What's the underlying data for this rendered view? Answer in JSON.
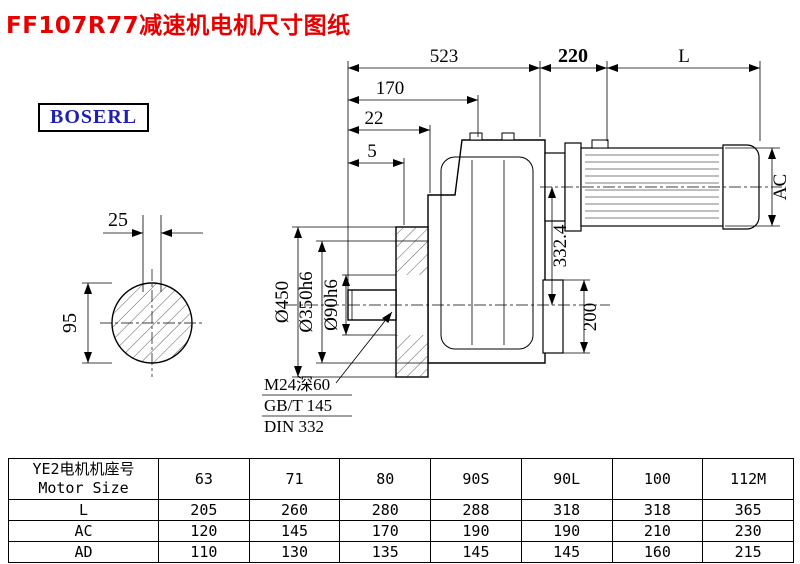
{
  "page": {
    "title": "FF107R77减速机电机尺寸图纸",
    "brand": "BOSERL"
  },
  "drawing": {
    "dims": {
      "d523": "523",
      "d220": "220",
      "dL": "L",
      "d170": "170",
      "d22": "22",
      "d5": "5",
      "dAC": "AC",
      "d332": "332.4",
      "d200": "200",
      "d450": "Ø450",
      "d350": "Ø350h6",
      "d90": "Ø90h6",
      "d25": "25",
      "d95": "95"
    },
    "notes": {
      "thread": "M24深60",
      "standard1": "GB/T 145",
      "standard2": "DIN 332"
    }
  },
  "table": {
    "header": {
      "line1": "YE2电机机座号",
      "line2": "Motor Size"
    },
    "sizes": [
      "63",
      "71",
      "80",
      "90S",
      "90L",
      "100",
      "112M"
    ],
    "rows": [
      {
        "label": "L",
        "values": [
          "205",
          "260",
          "280",
          "288",
          "318",
          "318",
          "365"
        ]
      },
      {
        "label": "AC",
        "values": [
          "120",
          "145",
          "170",
          "190",
          "190",
          "210",
          "230"
        ]
      },
      {
        "label": "AD",
        "values": [
          "110",
          "130",
          "135",
          "145",
          "145",
          "160",
          "215"
        ]
      }
    ]
  }
}
